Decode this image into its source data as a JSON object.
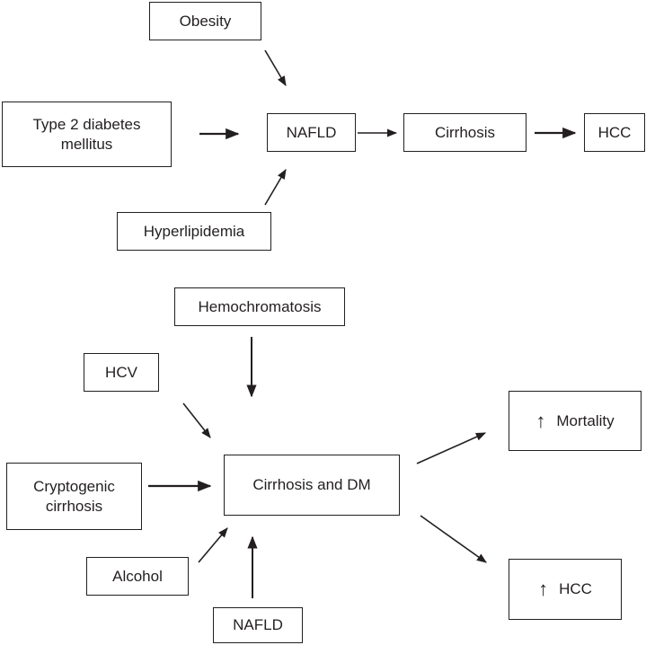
{
  "top_diagram": {
    "obesity": "Obesity",
    "t2dm": "Type 2 diabetes\nmellitus",
    "nafld": "NAFLD",
    "cirrhosis": "Cirrhosis",
    "hcc": "HCC",
    "hyperlipidemia": "Hyperlipidemia"
  },
  "bottom_diagram": {
    "hemochromatosis": "Hemochromatosis",
    "hcv": "HCV",
    "cryptogenic": "Cryptogenic\ncirrhosis",
    "alcohol": "Alcohol",
    "nafld": "NAFLD",
    "center": "Cirrhosis and DM",
    "mortality": "Mortality",
    "hcc": "HCC",
    "up_arrow_glyph": "↑"
  },
  "colors": {
    "ink": "#231f20",
    "background": "#ffffff"
  }
}
